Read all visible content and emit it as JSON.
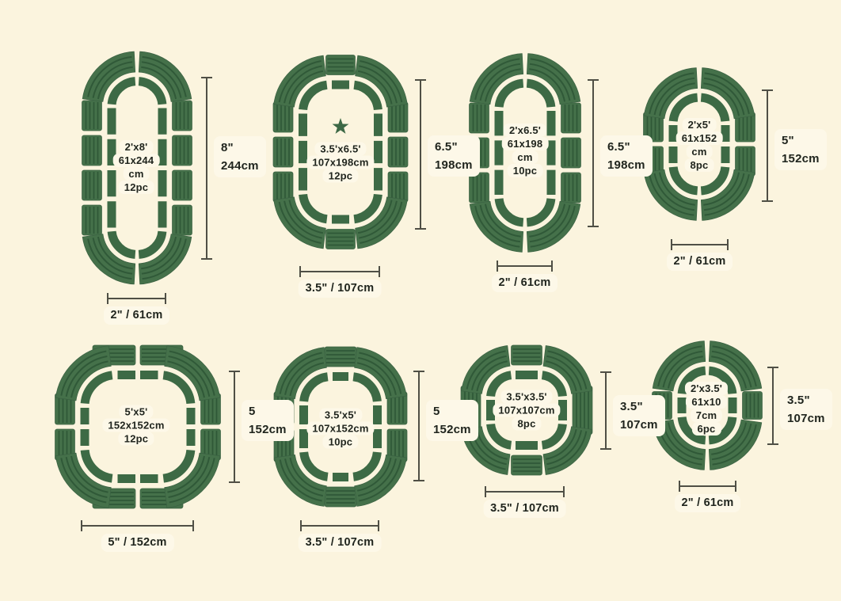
{
  "page": {
    "title": "Raised garden bed size configurations",
    "background": "#FBF4DE"
  },
  "colors": {
    "panel_green": "#45714A",
    "panel_rib_green": "#2D5636",
    "outline_green": "#3D6A45",
    "text": "#20251E",
    "dimension_line": "#4F4F45",
    "label_chip": "#FDF8E8"
  },
  "diagrams": [
    {
      "id": "2x8",
      "center_label": "2'x8'\n61x244\ncm\n12pc",
      "pieces": 12,
      "star": false,
      "height_label": "8\"\n244cm",
      "width_label": "2\" / 61cm"
    },
    {
      "id": "3.5x6.5",
      "center_label": "3.5'x6.5'\n107x198cm\n12pc",
      "pieces": 12,
      "star": true,
      "height_label": "6.5\"\n198cm",
      "width_label": "3.5\" / 107cm"
    },
    {
      "id": "2x6.5",
      "center_label": "2'x6.5'\n61x198\ncm\n10pc",
      "pieces": 10,
      "star": false,
      "height_label": "6.5\"\n198cm",
      "width_label": "2\" / 61cm"
    },
    {
      "id": "2x5",
      "center_label": "2'x5'\n61x152\ncm\n8pc",
      "pieces": 8,
      "star": false,
      "height_label": "5\"\n152cm",
      "width_label": "2\" / 61cm"
    },
    {
      "id": "5x5",
      "center_label": "5'x5'\n152x152cm\n12pc",
      "pieces": 12,
      "star": false,
      "height_label": "5\n152cm",
      "width_label": "5\" / 152cm"
    },
    {
      "id": "3.5x5",
      "center_label": "3.5'x5'\n107x152cm\n10pc",
      "pieces": 10,
      "star": false,
      "height_label": "5\n152cm",
      "width_label": "3.5\" / 107cm"
    },
    {
      "id": "3.5x3.5",
      "center_label": "3.5'x3.5'\n107x107cm\n8pc",
      "pieces": 8,
      "star": false,
      "height_label": "3.5\"\n107cm",
      "width_label": "3.5\" / 107cm"
    },
    {
      "id": "2x3.5",
      "center_label": "2'x3.5'\n61x10\n7cm\n6pc",
      "pieces": 6,
      "star": false,
      "height_label": "3.5\"\n107cm",
      "width_label": "2\" / 61cm"
    }
  ]
}
